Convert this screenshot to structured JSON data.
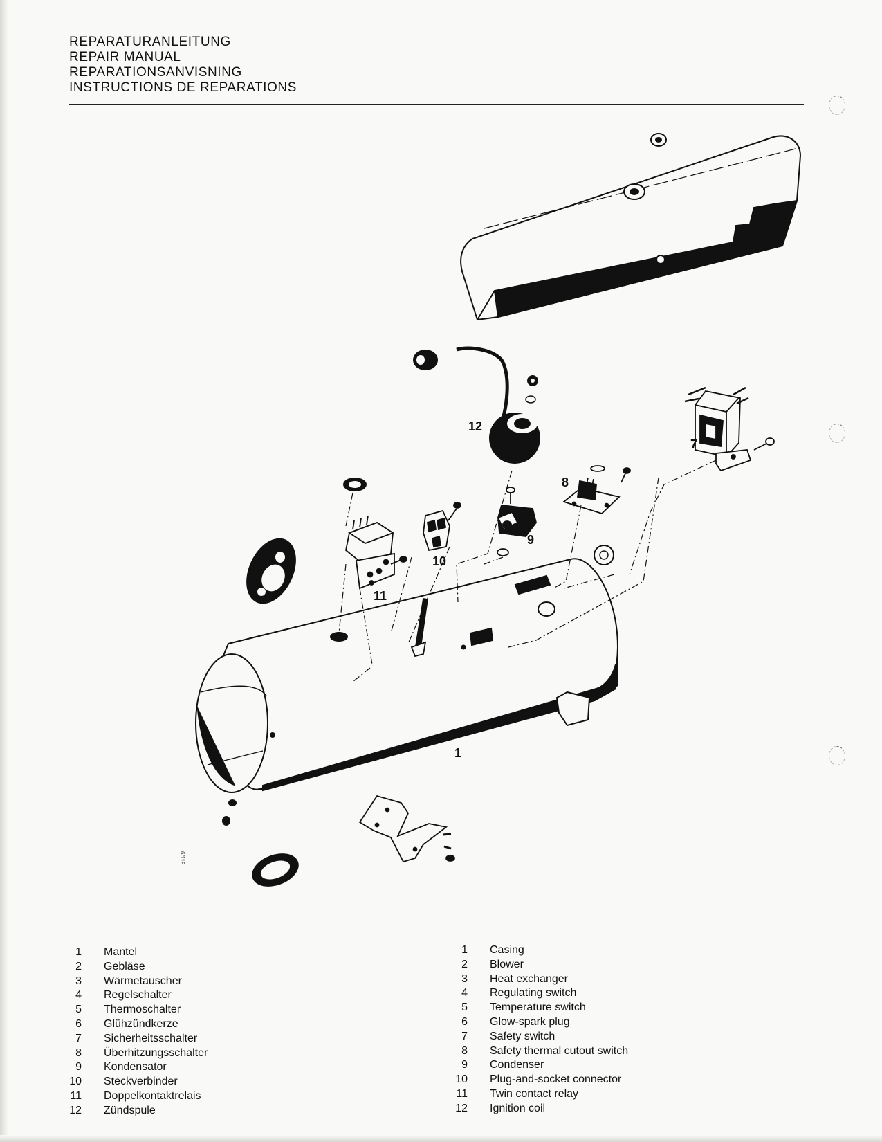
{
  "header": {
    "lines": [
      "REPARATURANLEITUNG",
      "REPAIR MANUAL",
      "REPARATIONSANVISNING",
      "INSTRUCTIONS DE REPARATIONS"
    ]
  },
  "diagram": {
    "callouts": {
      "c1": "1",
      "c7": "7",
      "c8": "8",
      "c9": "9",
      "c10": "10",
      "c11": "11",
      "c12": "12"
    },
    "doc_id": "6/119"
  },
  "legend_de": [
    {
      "num": "1",
      "label": "Mantel"
    },
    {
      "num": "2",
      "label": "Gebläse"
    },
    {
      "num": "3",
      "label": "Wärmetauscher"
    },
    {
      "num": "4",
      "label": "Regelschalter"
    },
    {
      "num": "5",
      "label": "Thermoschalter"
    },
    {
      "num": "6",
      "label": "Glühzündkerze"
    },
    {
      "num": "7",
      "label": "Sicherheitsschalter"
    },
    {
      "num": "8",
      "label": "Überhitzungsschalter"
    },
    {
      "num": "9",
      "label": "Kondensator"
    },
    {
      "num": "10",
      "label": "Steckverbinder"
    },
    {
      "num": "11",
      "label": "Doppelkontaktrelais"
    },
    {
      "num": "12",
      "label": "Zündspule"
    }
  ],
  "legend_en": [
    {
      "num": "1",
      "label": "Casing"
    },
    {
      "num": "2",
      "label": "Blower"
    },
    {
      "num": "3",
      "label": "Heat exchanger"
    },
    {
      "num": "4",
      "label": "Regulating switch"
    },
    {
      "num": "5",
      "label": "Temperature switch"
    },
    {
      "num": "6",
      "label": "Glow-spark plug"
    },
    {
      "num": "7",
      "label": "Safety switch"
    },
    {
      "num": "8",
      "label": "Safety thermal cutout switch"
    },
    {
      "num": "9",
      "label": "Condenser"
    },
    {
      "num": "10",
      "label": "Plug-and-socket connector"
    },
    {
      "num": "11",
      "label": "Twin contact relay"
    },
    {
      "num": "12",
      "label": "Ignition coil"
    }
  ]
}
